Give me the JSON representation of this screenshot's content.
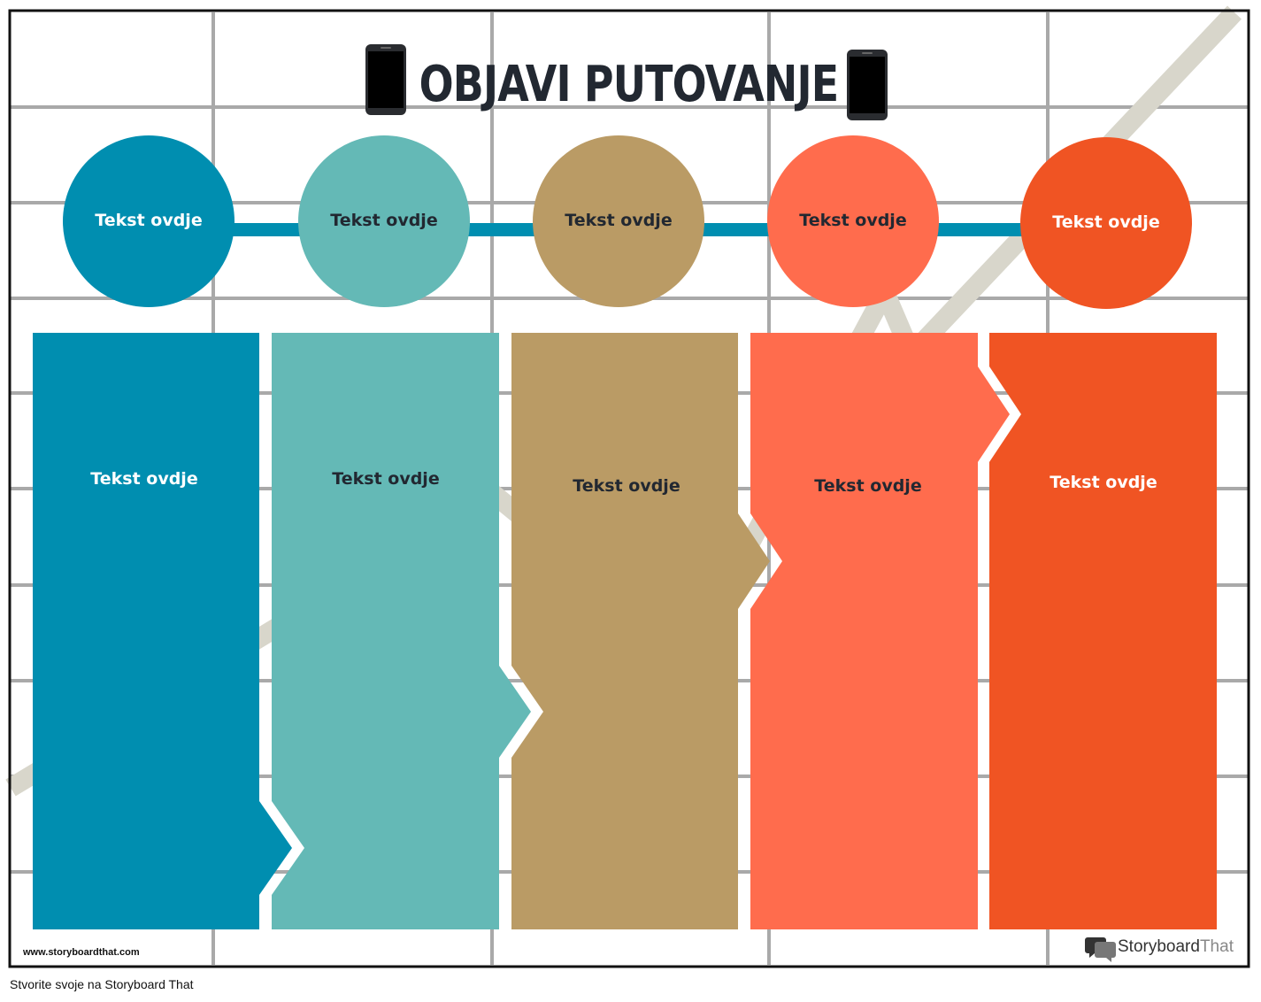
{
  "title": "OBJAVI PUTOVANJE",
  "icons": {
    "left": "smartphone-icon",
    "right": "smartphone-icon"
  },
  "colors": {
    "stage1": "#008EB0",
    "stage2": "#64B9B6",
    "stage3": "#BA9B65",
    "stage4": "#FF6C4D",
    "stage5": "#F05423",
    "connector": "#008EB0",
    "grid": "#A9A9A9",
    "trend": "#D8D6CB",
    "text_dark": "#222831",
    "text_light": "#FFFFFF"
  },
  "stages": [
    {
      "circle_text": "Tekst ovdje",
      "column_text": "Tekst ovdje",
      "text_color": "light"
    },
    {
      "circle_text": "Tekst ovdje",
      "column_text": "Tekst ovdje",
      "text_color": "dark"
    },
    {
      "circle_text": "Tekst ovdje",
      "column_text": "Tekst ovdje",
      "text_color": "dark"
    },
    {
      "circle_text": "Tekst ovdje",
      "column_text": "Tekst ovdje",
      "text_color": "dark"
    },
    {
      "circle_text": "Tekst ovdje",
      "column_text": "Tekst ovdje",
      "text_color": "light"
    }
  ],
  "footer": {
    "url": "www.storyboardthat.com",
    "brand_part1": "Storyboard",
    "brand_part2": "That",
    "note": "Stvorite svoje na Storyboard That"
  }
}
